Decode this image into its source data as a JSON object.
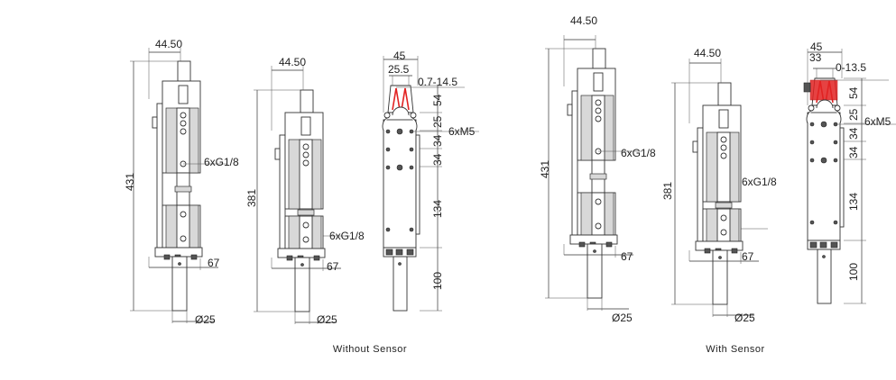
{
  "groups": [
    {
      "caption": "Without Sensor",
      "views": {
        "side_long": {
          "height": "431",
          "width": "44.50",
          "port": "6xG1/8",
          "depth": "67",
          "shaft": "Ø25"
        },
        "side_short": {
          "height": "381",
          "width": "44.50",
          "port": "6xG1/8",
          "depth": "67",
          "shaft": "Ø25"
        },
        "front": {
          "width": "45",
          "jaw_width": "25.5",
          "stroke": "0.7-14.5",
          "thread": "6xM5",
          "dims": [
            "54",
            "25",
            "34",
            "34",
            "134",
            "100"
          ]
        }
      }
    },
    {
      "caption": "With Sensor",
      "views": {
        "side_long": {
          "height": "431",
          "width": "44.50",
          "port": "6xG1/8",
          "depth": "67",
          "shaft": "Ø25"
        },
        "side_short": {
          "height": "381",
          "width": "44.50",
          "port": "6xG1/8",
          "depth": "67",
          "shaft": "Ø25"
        },
        "front": {
          "width": "45",
          "jaw_width": "33",
          "stroke": "0-13.5",
          "thread": "6xM5",
          "dims": [
            "54",
            "25",
            "34",
            "34",
            "134",
            "100"
          ]
        }
      }
    }
  ],
  "colors": {
    "line": "#333333",
    "sensor_red": "#e22222"
  }
}
